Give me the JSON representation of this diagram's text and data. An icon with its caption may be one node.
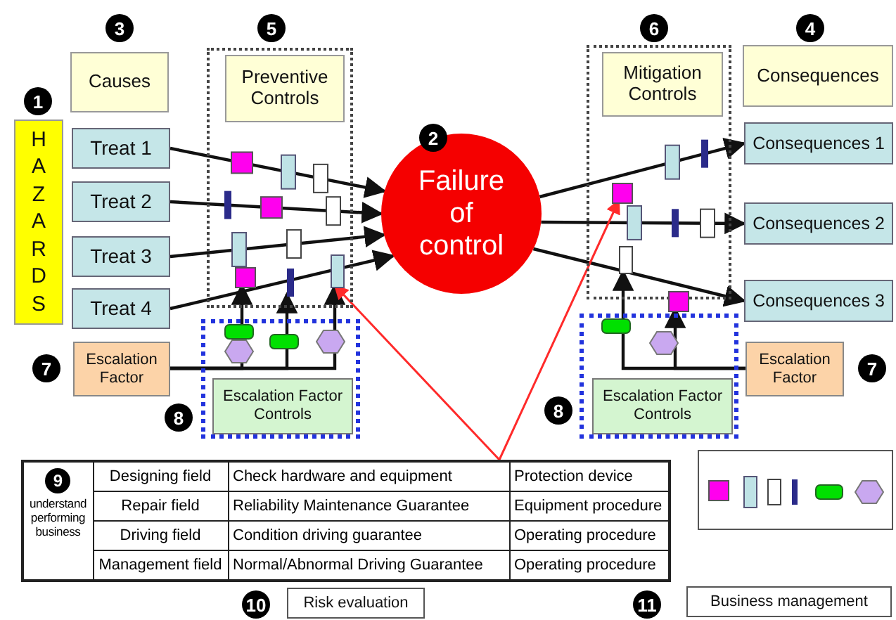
{
  "diagram": {
    "nodes": [
      {
        "text": [
          "HAZARDS"
        ]
      },
      {
        "text": [
          "Causes"
        ]
      },
      {
        "text": [
          "Treat 1"
        ]
      },
      {
        "text": [
          "Treat 2"
        ]
      },
      {
        "text": [
          "Treat 3"
        ]
      },
      {
        "text": [
          "Treat 4"
        ]
      },
      {
        "text": [],
        "shape": "box"
      },
      {
        "text": [
          "Preventive Controls"
        ],
        "in": 6
      },
      {
        "text": [
          "Failure of control"
        ]
      },
      {
        "text": [],
        "shape": "box"
      },
      {
        "text": [
          "Mitigation Controls"
        ],
        "in": 9
      },
      {
        "text": [
          "Consequences"
        ]
      },
      {
        "text": [
          "Consequences 1"
        ]
      },
      {
        "text": [
          "Consequences 2"
        ]
      },
      {
        "text": [
          "Consequences 3"
        ]
      },
      {
        "text": [
          "Escalation Factor"
        ]
      },
      {
        "text": [],
        "shape": "box"
      },
      {
        "text": [
          "Escalation Factor Controls"
        ],
        "in": 16
      },
      {
        "text": [],
        "shape": "box"
      },
      {
        "text": [
          "Escalation Factor Controls"
        ],
        "in": 18
      },
      {
        "text": [
          "Escalation Factor"
        ]
      },
      {
        "text": [],
        "shape": "box"
      },
      {
        "text": [
          "Risk evaluation"
        ]
      },
      {
        "text": [
          "Business management"
        ]
      },
      {
        "text": [],
        "shape": "box",
        "in": 6
      },
      {
        "text": [],
        "shape": "box",
        "in": 6
      },
      {
        "text": [],
        "shape": "box",
        "in": 6
      },
      {
        "text": [],
        "shape": "box",
        "in": 9
      },
      {
        "text": [],
        "shape": "box",
        "in": 9
      },
      {
        "text": [],
        "shape": "box",
        "in": 9
      }
    ],
    "edges": [
      {
        "from": 2,
        "to": 8,
        "arrow": "to"
      },
      {
        "from": 3,
        "to": 8,
        "arrow": "to"
      },
      {
        "from": 4,
        "to": 8,
        "arrow": "to"
      },
      {
        "from": 5,
        "to": 8,
        "arrow": "to"
      },
      {
        "from": 8,
        "to": 12,
        "arrow": "to"
      },
      {
        "from": 8,
        "to": 13,
        "arrow": "to"
      },
      {
        "from": 8,
        "to": 14,
        "arrow": "to"
      },
      {
        "from": 15,
        "to": 24,
        "arrow": "to"
      },
      {
        "from": 15,
        "to": 25,
        "arrow": "to"
      },
      {
        "from": 15,
        "to": 26,
        "arrow": "to"
      },
      {
        "from": 20,
        "to": 28,
        "arrow": "to"
      },
      {
        "from": 20,
        "to": 29,
        "arrow": "to"
      },
      {
        "from": 21,
        "to": 26,
        "arrow": "to",
        "color": "#ff2a2a"
      },
      {
        "from": 21,
        "to": 27,
        "arrow": "to",
        "color": "#ff2a2a"
      }
    ],
    "labels": [
      "1",
      "3",
      "5",
      "2",
      "6",
      "4",
      "7",
      "7",
      "8",
      "8",
      "9",
      "understand performing business",
      "Designing field",
      "Check hardware and equipment",
      "Protection device",
      "Repair field",
      "Reliability Maintenance Guarantee",
      "Equipment procedure",
      "Driving field",
      "Condition driving guarantee",
      "Operating procedure",
      "Management field",
      "Normal/Abnormal Driving Guarantee",
      "Operating procedure",
      "10",
      "11"
    ]
  }
}
